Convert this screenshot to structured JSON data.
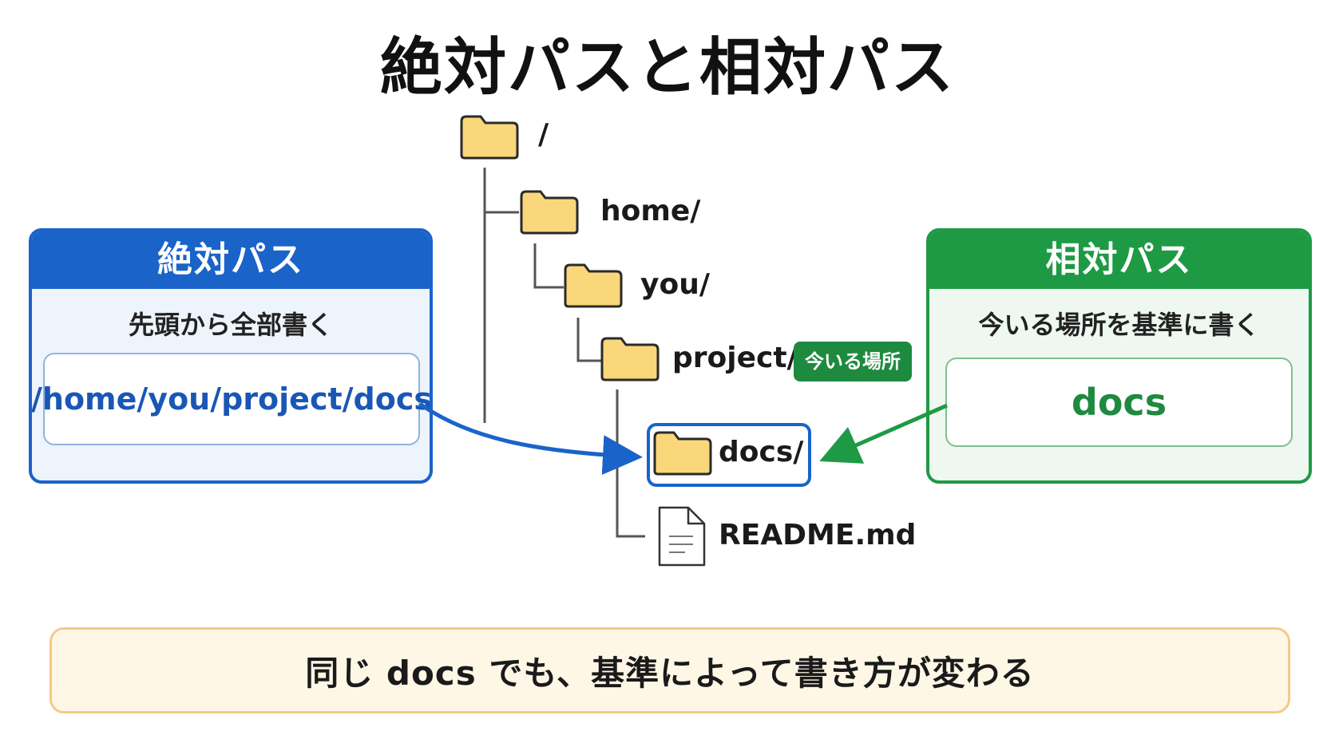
{
  "title": "絶対パスと相対パス",
  "absolute": {
    "heading": "絶対パス",
    "description": "先頭から全部書く",
    "path": "/home/you/project/docs",
    "color": "#1a63c9"
  },
  "relative": {
    "heading": "相対パス",
    "description": "今いる場所を基準に書く",
    "path": "docs",
    "color": "#1e9a45"
  },
  "tree": {
    "root": "/",
    "home": "home/",
    "you": "you/",
    "project": "project/",
    "current_badge": "今いる場所",
    "docs": "docs/",
    "readme": "README.md"
  },
  "footer": "同じ docs でも、基準によって書き方が変わる"
}
